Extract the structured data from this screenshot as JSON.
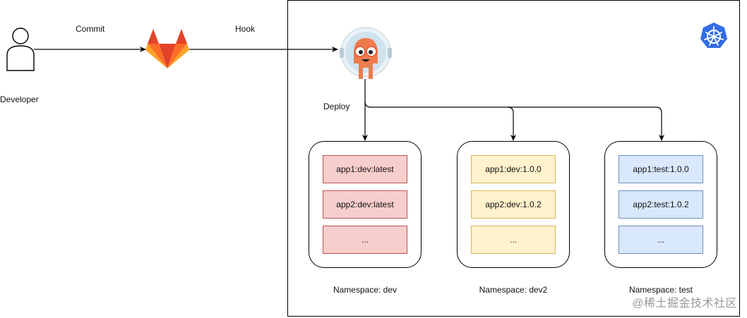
{
  "actors": {
    "developer_label": "Developer"
  },
  "edges": {
    "commit_label": "Commit",
    "hook_label": "Hook",
    "deploy_label": "Deploy"
  },
  "namespaces": [
    {
      "label": "Namespace: dev",
      "color": "red",
      "apps": [
        "app1:dev:latest",
        "app2:dev:latest",
        "..."
      ]
    },
    {
      "label": "Namespace: dev2",
      "color": "yellow",
      "apps": [
        "app1:dev:1.0.0",
        "app2:dev:1.0.2",
        "..."
      ]
    },
    {
      "label": "Namespace: test",
      "color": "blue",
      "apps": [
        "app1:test:1.0.0",
        "app2:test:1.0.2",
        "..."
      ]
    }
  ],
  "icons": {
    "developer": "person-icon",
    "gitlab": "gitlab-icon",
    "argocd": "argocd-icon",
    "kubernetes": "kubernetes-icon"
  },
  "colors": {
    "red_fill": "#f8cecc",
    "red_stroke": "#b85450",
    "yellow_fill": "#fff2cc",
    "yellow_stroke": "#d6b656",
    "blue_fill": "#dae8fc",
    "blue_stroke": "#6c8ebf",
    "gitlab_orange": "#fc6d26",
    "argo_orange": "#ef7b4d",
    "k8s_blue": "#326ce5"
  },
  "watermark": "@稀土掘金技术社区"
}
